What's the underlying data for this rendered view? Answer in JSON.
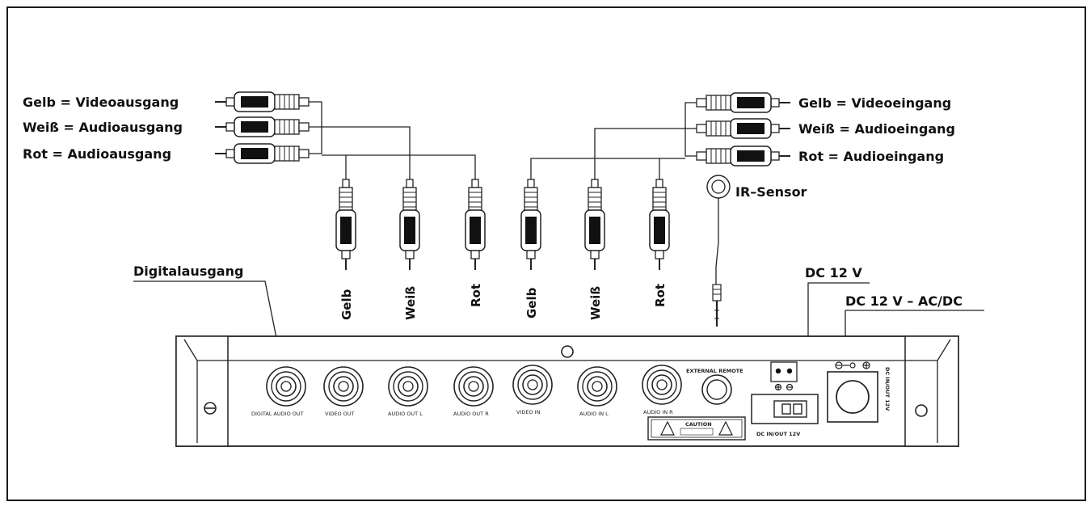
{
  "left_labels": {
    "yellow": "Gelb = Videoausgang",
    "white": "Weiß = Audioausgang",
    "red": "Rot = Audioausgang"
  },
  "right_labels": {
    "yellow": "Gelb = Videoeingang",
    "white": "Weiß = Audioeingang",
    "red": "Rot = Audioeingang"
  },
  "ir_sensor": "IR–Sensor",
  "digital_out": "Digitalausgang",
  "dc_12v": "DC 12 V",
  "dc_acdc": "DC 12 V – AC/DC",
  "plug_labels": [
    "Gelb",
    "Weiß",
    "Rot",
    "Gelb",
    "Weiß",
    "Rot"
  ],
  "panel": {
    "digital_audio_out": "DIGITAL AUDIO OUT",
    "video_out": "VIDEO OUT",
    "audio_out_l": "AUDIO OUT L",
    "audio_out_r": "AUDIO OUT R",
    "video_in": "VIDEO IN",
    "audio_in_l": "AUDIO IN L",
    "audio_in_r": "AUDIO IN R",
    "external_remote": "EXTERNAL REMOTE",
    "caution": "CAUTION",
    "dc_inout_12v": "DC IN/OUT 12V",
    "dc_inout_12v_vertical": "DC IN/OUT 12V"
  }
}
